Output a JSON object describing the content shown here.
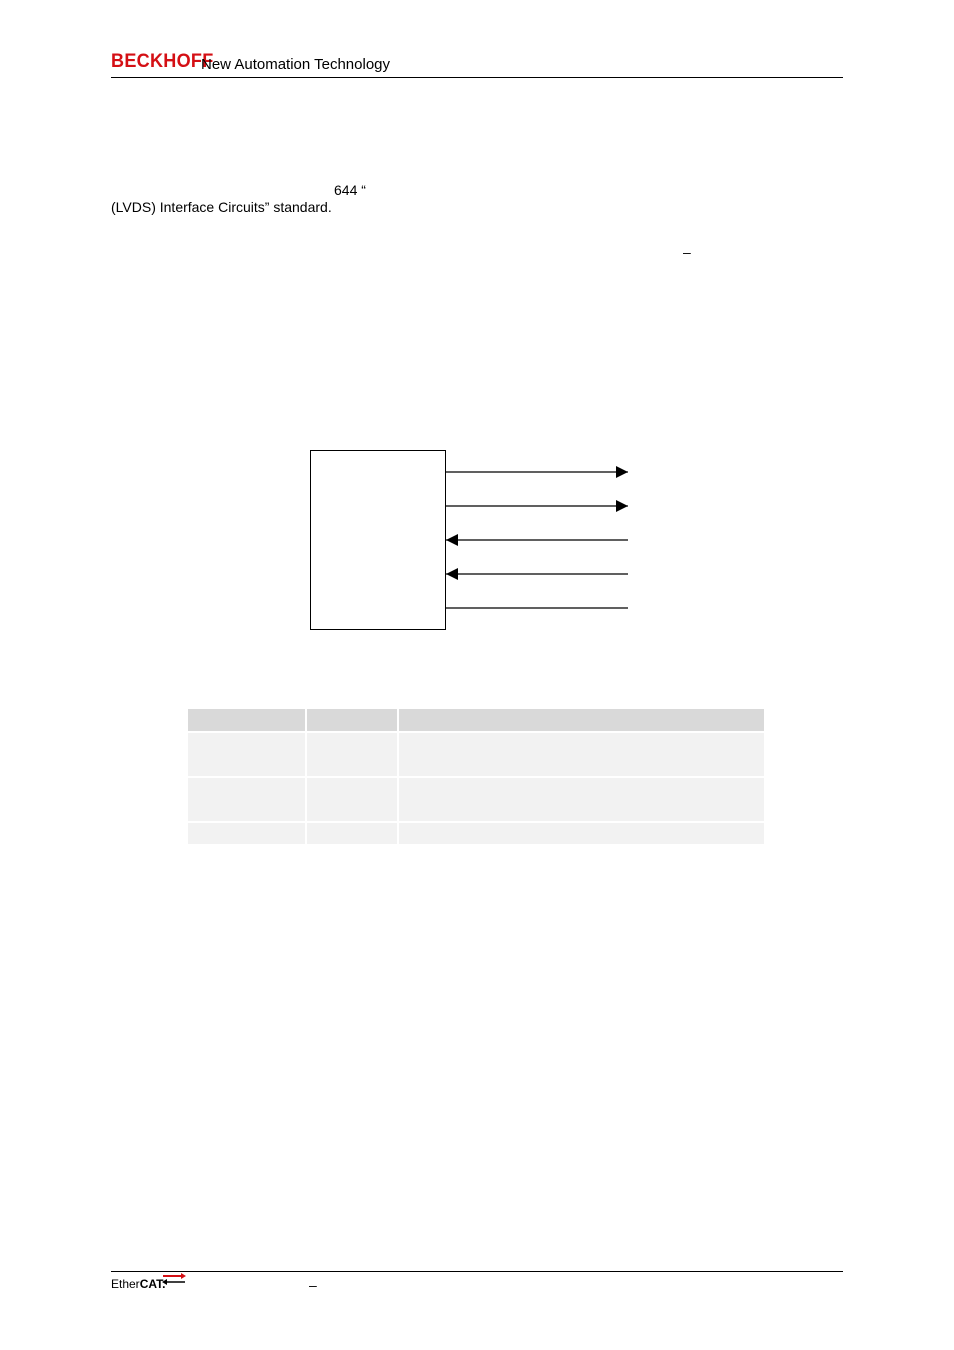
{
  "header": {
    "brand": "BECKHOFF",
    "tagline": "New Automation Technology",
    "brand_color": "#d40f14"
  },
  "body": {
    "line1_fragment": "644 “",
    "line2": "(LVDS) Interface Circuits” standard.",
    "line3_fragment": "–"
  },
  "diagram": {
    "signals": [
      {
        "direction": "out"
      },
      {
        "direction": "out"
      },
      {
        "direction": "in"
      },
      {
        "direction": "in"
      },
      {
        "direction": "none"
      }
    ]
  },
  "table": {
    "headers": [
      "",
      "",
      ""
    ],
    "rows": [
      [
        "",
        "",
        ""
      ],
      [
        "",
        "",
        ""
      ],
      [
        "",
        "",
        ""
      ]
    ],
    "header_color": "#d9d9d9",
    "row_color": "#f2f2f2"
  },
  "footer": {
    "logo_ether": "Ether",
    "logo_cat": "CAT.",
    "dash": "–",
    "logo_accent": "#d40f14"
  }
}
